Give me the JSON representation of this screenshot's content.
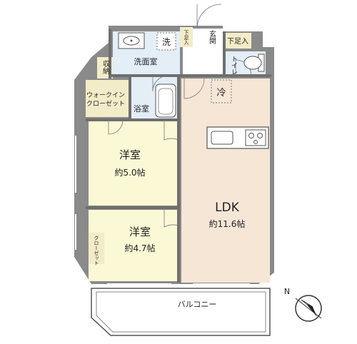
{
  "rooms": {
    "western_room_1": {
      "name": "洋室",
      "size": "約5.0帖"
    },
    "western_room_2": {
      "name": "洋室",
      "size": "約4.7帖"
    },
    "ldk": {
      "name": "LDK",
      "size": "約11.6帖"
    },
    "bathroom": "浴室",
    "washroom": "洗面室",
    "walk_in_closet_line1": "ウォークイン",
    "walk_in_closet_line2": "クローゼット",
    "storage": "収納",
    "entrance": "玄関",
    "shoe_box_1": "下足入",
    "shoe_box_2": "下足入",
    "toilet": "トイレ",
    "washer": "洗",
    "fridge": "冷",
    "closet": "クローゼット",
    "balcony": "バルコニー"
  },
  "compass": {
    "label": "N"
  },
  "colors": {
    "wall": "#8a8a8a",
    "ldk_floor": "#f5e6d6",
    "western_floor": "#fbf8d6",
    "wet_floor": "#e3eef7",
    "closet_floor": "#f3ecc8",
    "balcony_floor": "#ffffff"
  }
}
